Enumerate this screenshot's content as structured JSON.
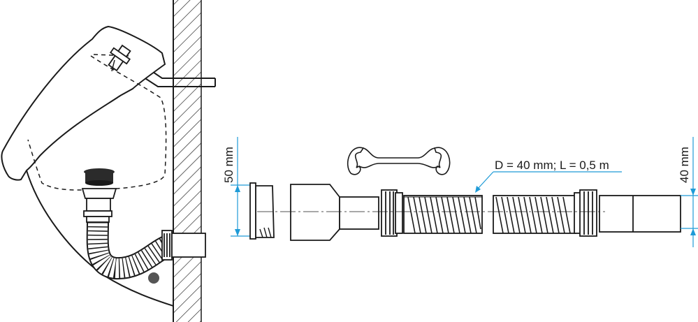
{
  "labels": {
    "height_50": "50 mm",
    "height_40": "40 mm",
    "hose_spec": "D = 40 mm; L = 0,5 m"
  },
  "colors": {
    "line": "#1a1a1a",
    "dimension": "#1f9bd7",
    "cap": "#2b2b2b",
    "dot": "#555555",
    "fill": "#ffffff"
  }
}
